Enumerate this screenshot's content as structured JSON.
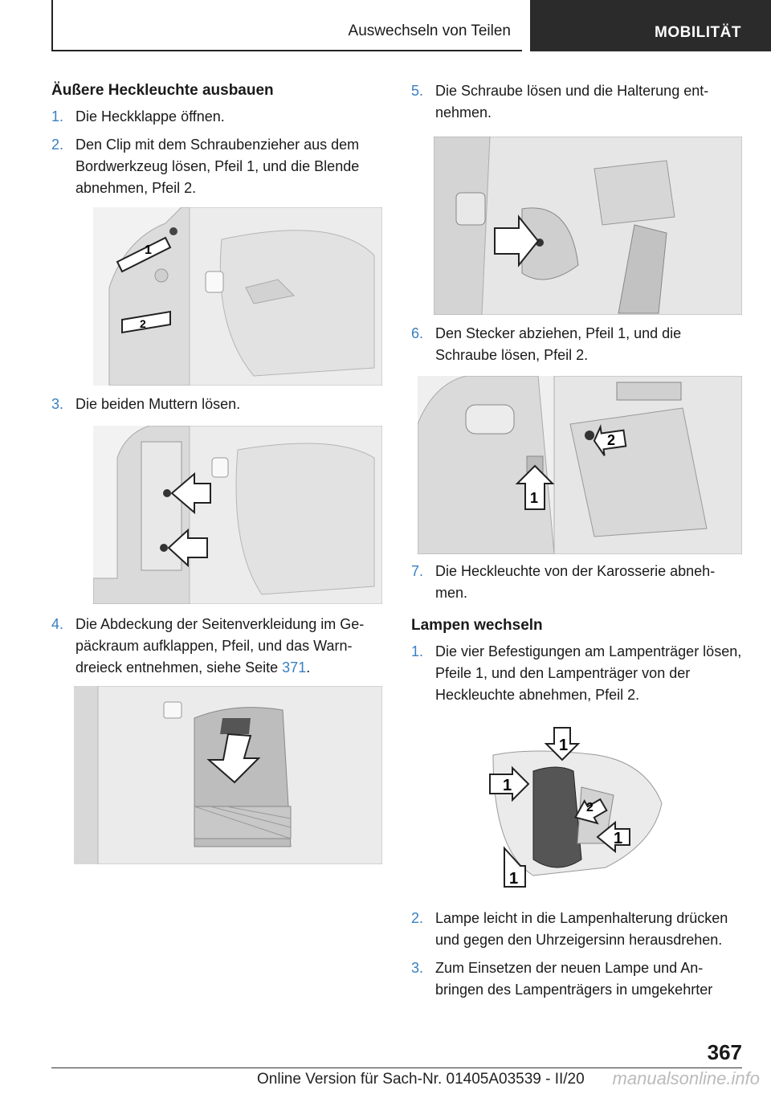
{
  "header": {
    "section_title": "Auswechseln von Teilen",
    "chapter_title": "MOBILITÄT"
  },
  "left": {
    "heading": "Äußere Heckleuchte ausbauen",
    "steps": [
      {
        "num": "1.",
        "text": "Die Heckklappe öffnen."
      },
      {
        "num": "2.",
        "text": "Den Clip mit dem Schraubenzieher aus dem Bordwerkzeug lösen, Pfeil 1, und die Blende abnehmen, Pfeil 2."
      },
      {
        "num": "3.",
        "text": "Die beiden Muttern lösen."
      },
      {
        "num": "4.",
        "text": "Die Abdeckung der Seitenverkleidung im Ge­päckraum aufklappen, Pfeil, und das Warn­dreieck entnehmen, siehe Seite ",
        "link": "371",
        "after": "."
      }
    ]
  },
  "right": {
    "steps_a": [
      {
        "num": "5.",
        "text": "Die Schraube lösen und die Halterung ent­nehmen."
      },
      {
        "num": "6.",
        "text": "Den Stecker abziehen, Pfeil 1, und die Schraube lösen, Pfeil 2."
      },
      {
        "num": "7.",
        "text": "Die Heckleuchte von der Karosserie abneh­men."
      }
    ],
    "heading": "Lampen wechseln",
    "steps_b": [
      {
        "num": "1.",
        "text": "Die vier Befestigungen am Lampenträger lö­sen, Pfeile 1, und den Lampenträger von der Heckleuchte abnehmen, Pfeil 2."
      },
      {
        "num": "2.",
        "text": "Lampe leicht in die Lampenhalterung drü­cken und gegen den Uhrzeigersinn heraus­drehen."
      },
      {
        "num": "3.",
        "text": "Zum Einsetzen der neuen Lampe und An­bringen des Lampenträgers in umgekehrter"
      }
    ]
  },
  "figures": {
    "fig1_labels": [
      "1",
      "2"
    ],
    "fig5_labels": [
      "2",
      "1"
    ],
    "fig6_labels": [
      "1",
      "1",
      "2",
      "1",
      "1"
    ]
  },
  "footer": {
    "page_number": "367",
    "online_version": "Online Version für Sach-Nr. 01405A03539 - II/20",
    "watermark": "manualsonline.info"
  }
}
